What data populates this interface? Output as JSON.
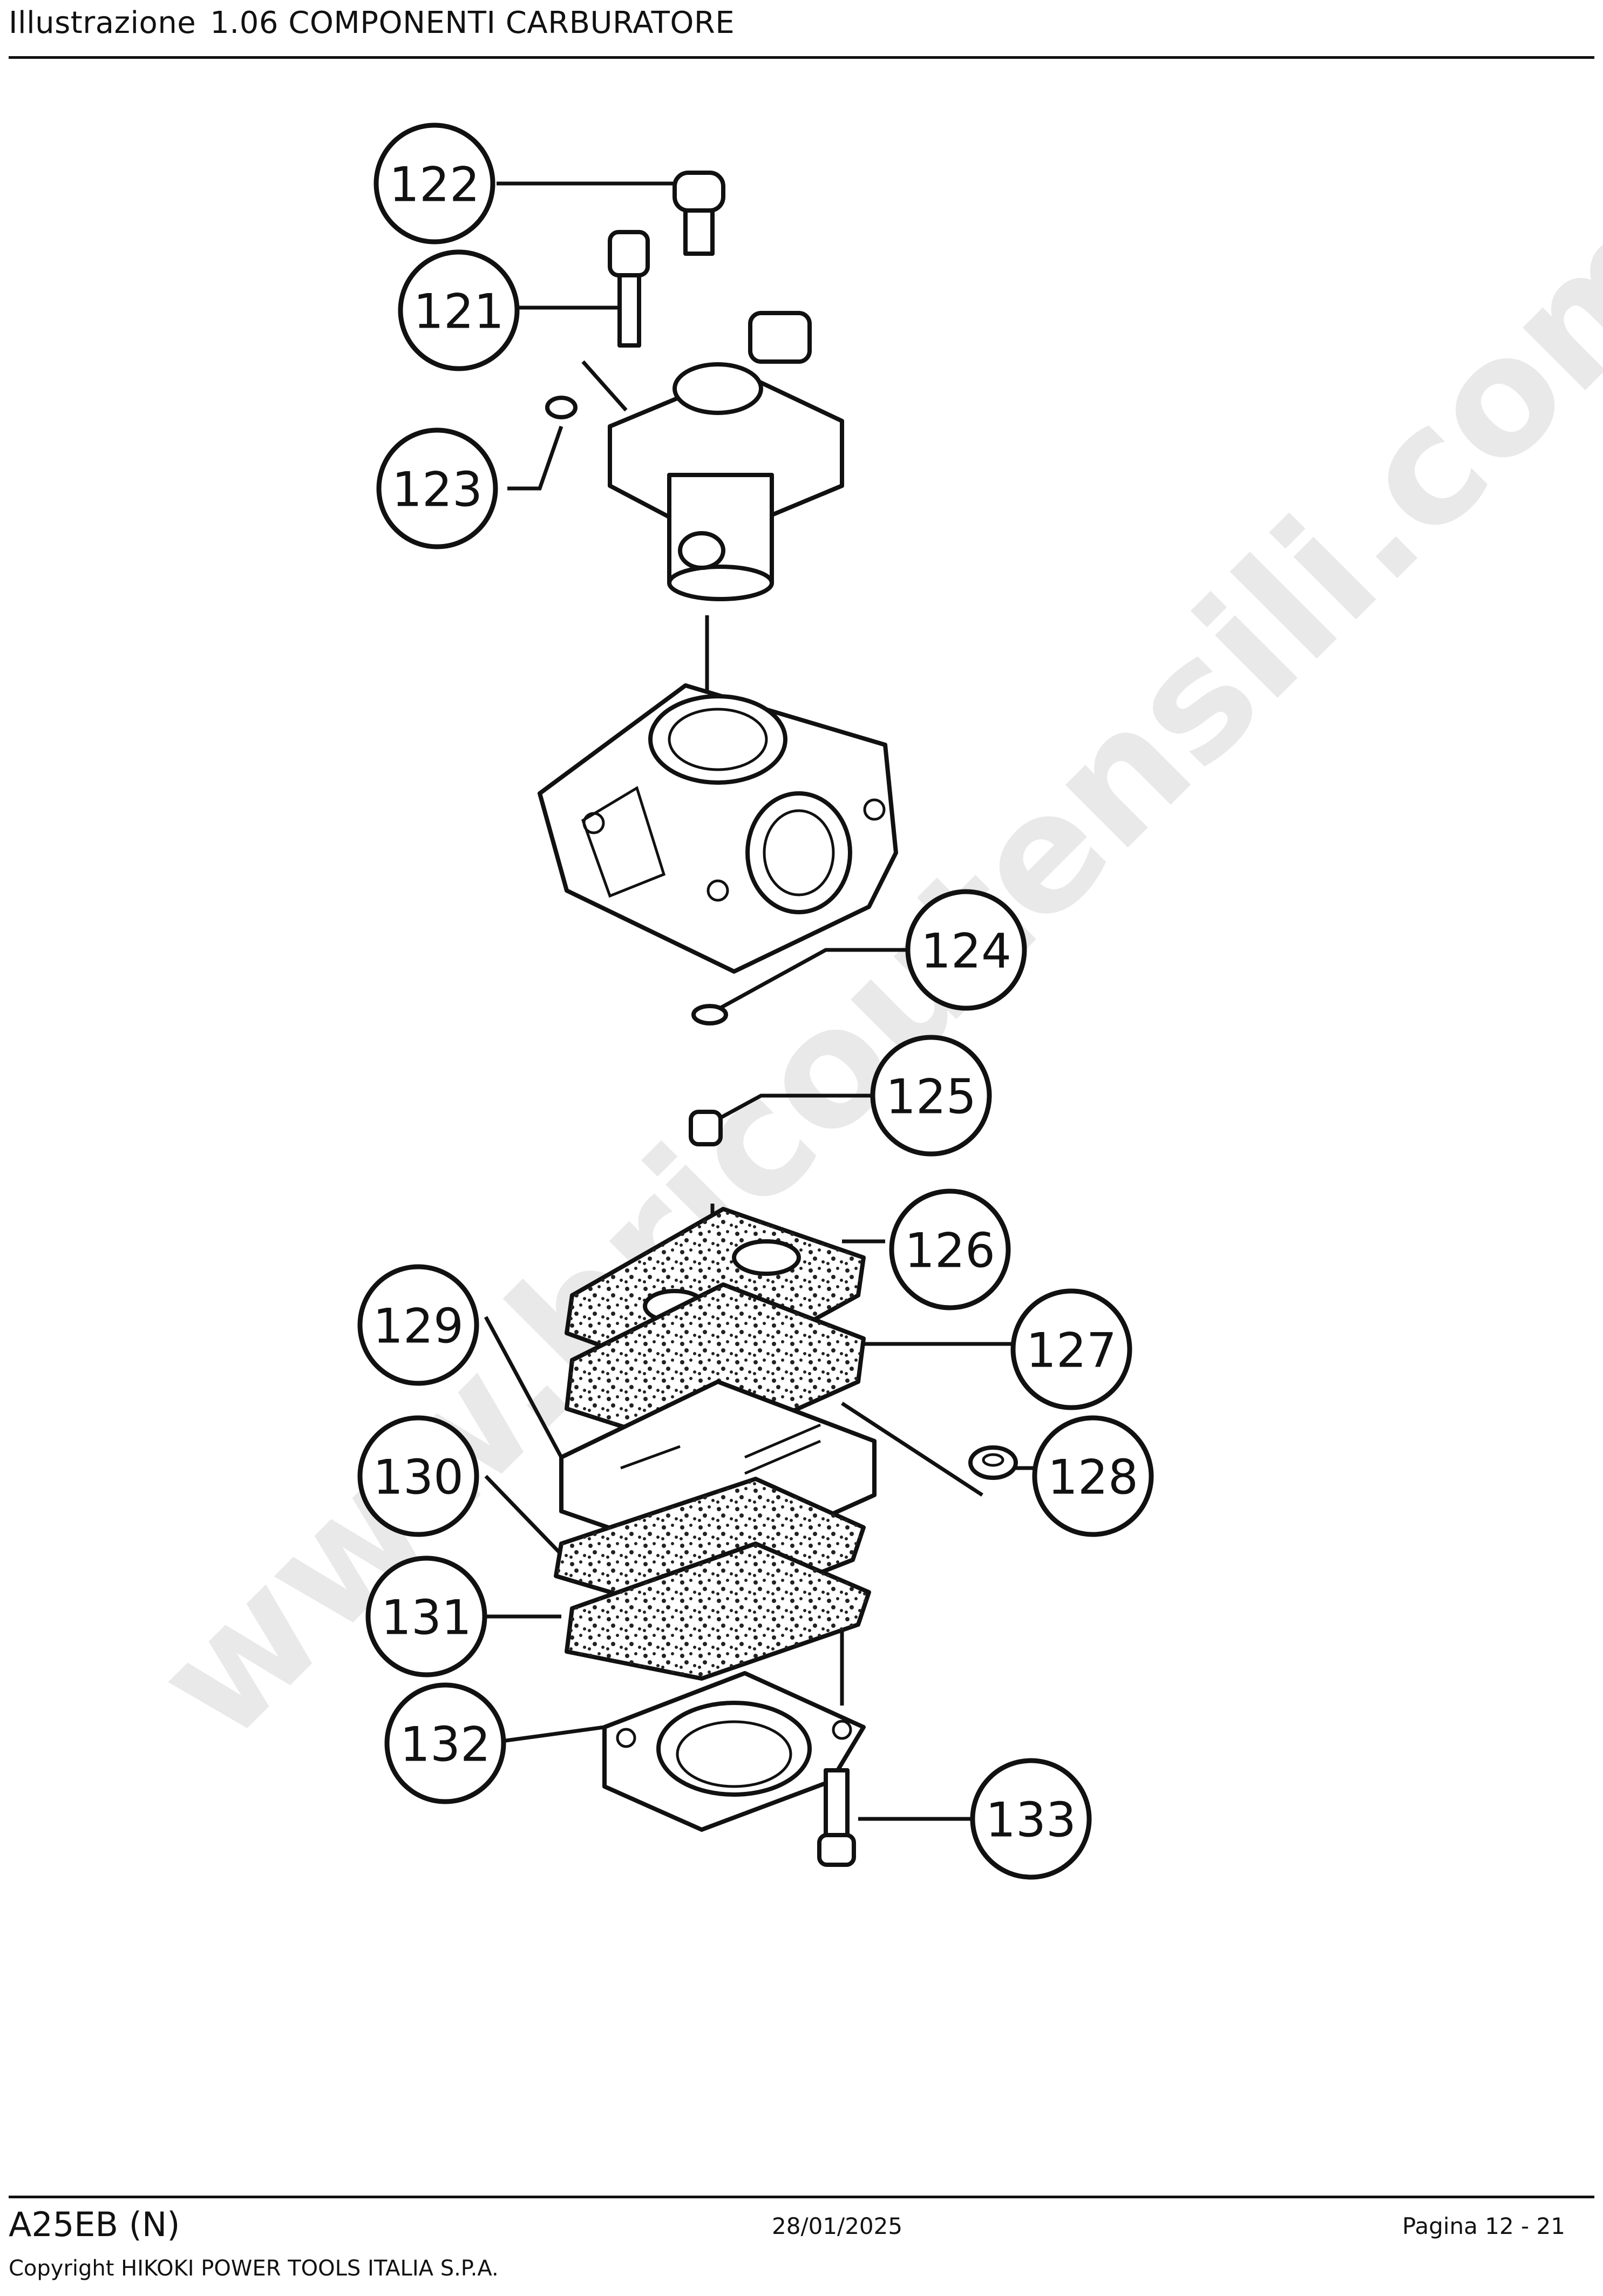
{
  "header": {
    "label": "Illustrazione",
    "title": "1.06 COMPONENTI CARBURATORE"
  },
  "watermark": "www.bricoutensili.com",
  "callouts": [
    "122",
    "121",
    "123",
    "124",
    "125",
    "126",
    "127",
    "128",
    "129",
    "130",
    "131",
    "132",
    "133"
  ],
  "footer": {
    "model": "A25EB (N)",
    "date": "28/01/2025",
    "page": "Pagina 12 - 21",
    "copyright": "Copyright HIKOKI POWER TOOLS ITALIA S.P.A."
  }
}
